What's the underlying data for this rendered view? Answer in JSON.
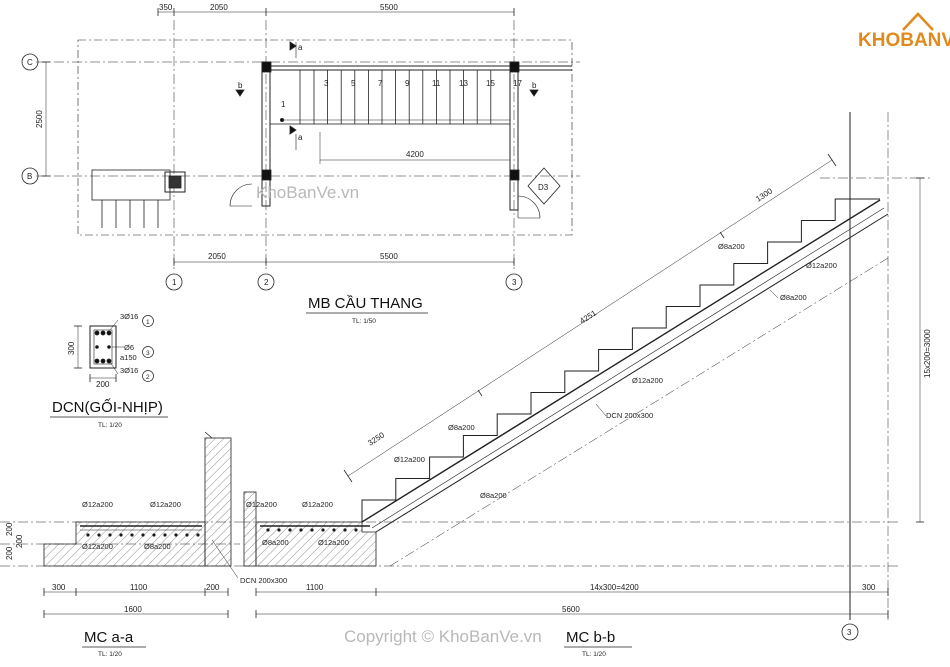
{
  "logo": {
    "text": "KHOBANVE"
  },
  "watermarks": {
    "center": "KhoBanVe.vn",
    "bottom": "Copyright © KhoBanVe.vn"
  },
  "plan": {
    "title": "MB CẦU THANG",
    "scale": "TL: 1/50",
    "grid_left": [
      "C",
      "B"
    ],
    "grid_bottom": [
      "1",
      "2",
      "3"
    ],
    "dims_top": [
      "350",
      "2050",
      "5500"
    ],
    "dims_bottom": [
      "2050",
      "5500"
    ],
    "dim_left": "2500",
    "dim_run": "4200",
    "step_numbers": [
      "1",
      "3",
      "5",
      "7",
      "9",
      "11",
      "13",
      "15",
      "17"
    ],
    "section_marks": [
      "a",
      "a",
      "b",
      "b"
    ],
    "column_tag": "D3"
  },
  "beam_detail": {
    "title": "DCN(GỐI-NHỊP)",
    "scale": "TL: 1/20",
    "rebar_top": "3Ø16",
    "rebar_mid": "Ø6",
    "rebar_stir": "a150",
    "rebar_bot": "3Ø16",
    "bubbles": [
      "1",
      "3",
      "2"
    ],
    "dim_h": "300",
    "dim_w": "200"
  },
  "section_aa": {
    "title": "MC a-a",
    "scale": "TL: 1/20",
    "labels": [
      "Ø12a200",
      "Ø12a200",
      "Ø12a200",
      "Ø8a200"
    ],
    "beam_tag": "DCN 200x300",
    "dims": [
      "300",
      "1100",
      "200"
    ],
    "dim_total": "1600",
    "left_dims": [
      "200",
      "200",
      "200"
    ]
  },
  "section_bb": {
    "title": "MC b-b",
    "scale": "TL: 1/20",
    "labels_flat": [
      "Ø12a200",
      "Ø12a200",
      "Ø8a200",
      "Ø12a200"
    ],
    "labels_stair": [
      "Ø8a200",
      "Ø12a200",
      "Ø8a200",
      "Ø12a200",
      "Ø8a200",
      "Ø12a200",
      "Ø8a200"
    ],
    "beam_tag": "DCN 200x300",
    "dim_slope_low": "3250",
    "dim_slope_mid": "4251",
    "dim_slope_top": "1300",
    "dims_bottom": [
      "1100",
      "14x300=4200",
      "300"
    ],
    "dim_total": "5600",
    "dim_height": "15x200=3000",
    "grid": "3"
  }
}
